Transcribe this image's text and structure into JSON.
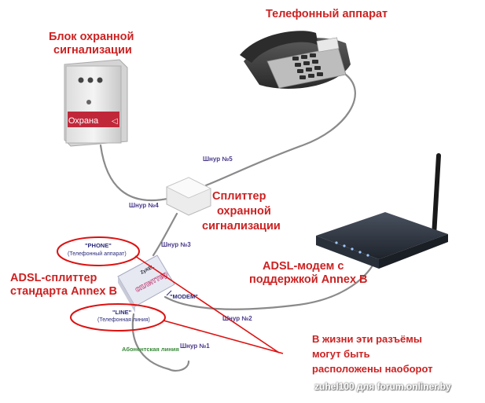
{
  "labels": {
    "phone_title": "Телефонный аппарат",
    "alarm_title_1": "Блок охранной",
    "alarm_title_2": "сигнализации",
    "alarm_splitter_1": "Сплиттер",
    "alarm_splitter_2": "охранной",
    "alarm_splitter_3": "сигнализации",
    "adsl_splitter_1": "ADSL-сплиттер",
    "adsl_splitter_2": "стандарта Annex B",
    "modem_1": "ADSL-модем с",
    "modem_2": "поддержкой Annex B",
    "note_1": "В жизни эти разъёмы",
    "note_2": "могут быть",
    "note_3": "расположены наоборот"
  },
  "alarm_panel": {
    "display_text": "Охрана"
  },
  "splitter_device": {
    "brand": "ZyXEL",
    "label": "сплиттер"
  },
  "cords": {
    "c1": "Шнур №1",
    "c2": "Шнур №2",
    "c3": "Шнур №3",
    "c4": "Шнур №4",
    "c5": "Шнур №5"
  },
  "ports": {
    "phone_name": "\"PHONE\"",
    "phone_desc": "(Телефонный аппарат)",
    "line_name": "\"LINE\"",
    "line_desc": "(Телефонная линия)",
    "modem_name": "\"MODEM\""
  },
  "subscriber_line": "Абонентская линия",
  "watermark": "zuhel100 для forum.onliner.by",
  "colors": {
    "label_red": "#cc2222",
    "cord_text": "#4a3a8a",
    "cable": "#8a8a8a",
    "callout_red": "#dd1111",
    "subscriber_green": "#3a8a3a"
  }
}
